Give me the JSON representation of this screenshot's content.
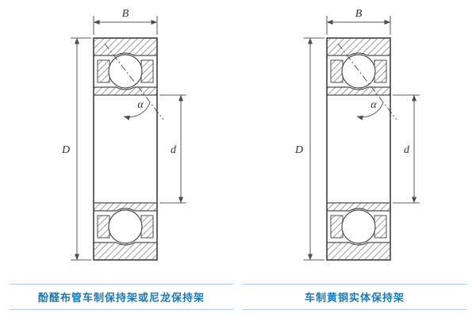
{
  "figures": [
    {
      "caption": "酚醛布管车制保持架或尼龙保持架",
      "labels": {
        "width": "B",
        "outer_diameter": "D",
        "bore_diameter": "d",
        "contact_angle": "α"
      }
    },
    {
      "caption": "车制黄铜实体保持架",
      "labels": {
        "width": "B",
        "outer_diameter": "D",
        "bore_diameter": "d",
        "contact_angle": "α"
      }
    }
  ],
  "colors": {
    "drawing_line": "#4d4d4d",
    "caption_text": "#1b79b8",
    "caption_rule": "#a9cfe9",
    "background": "#ffffff"
  }
}
